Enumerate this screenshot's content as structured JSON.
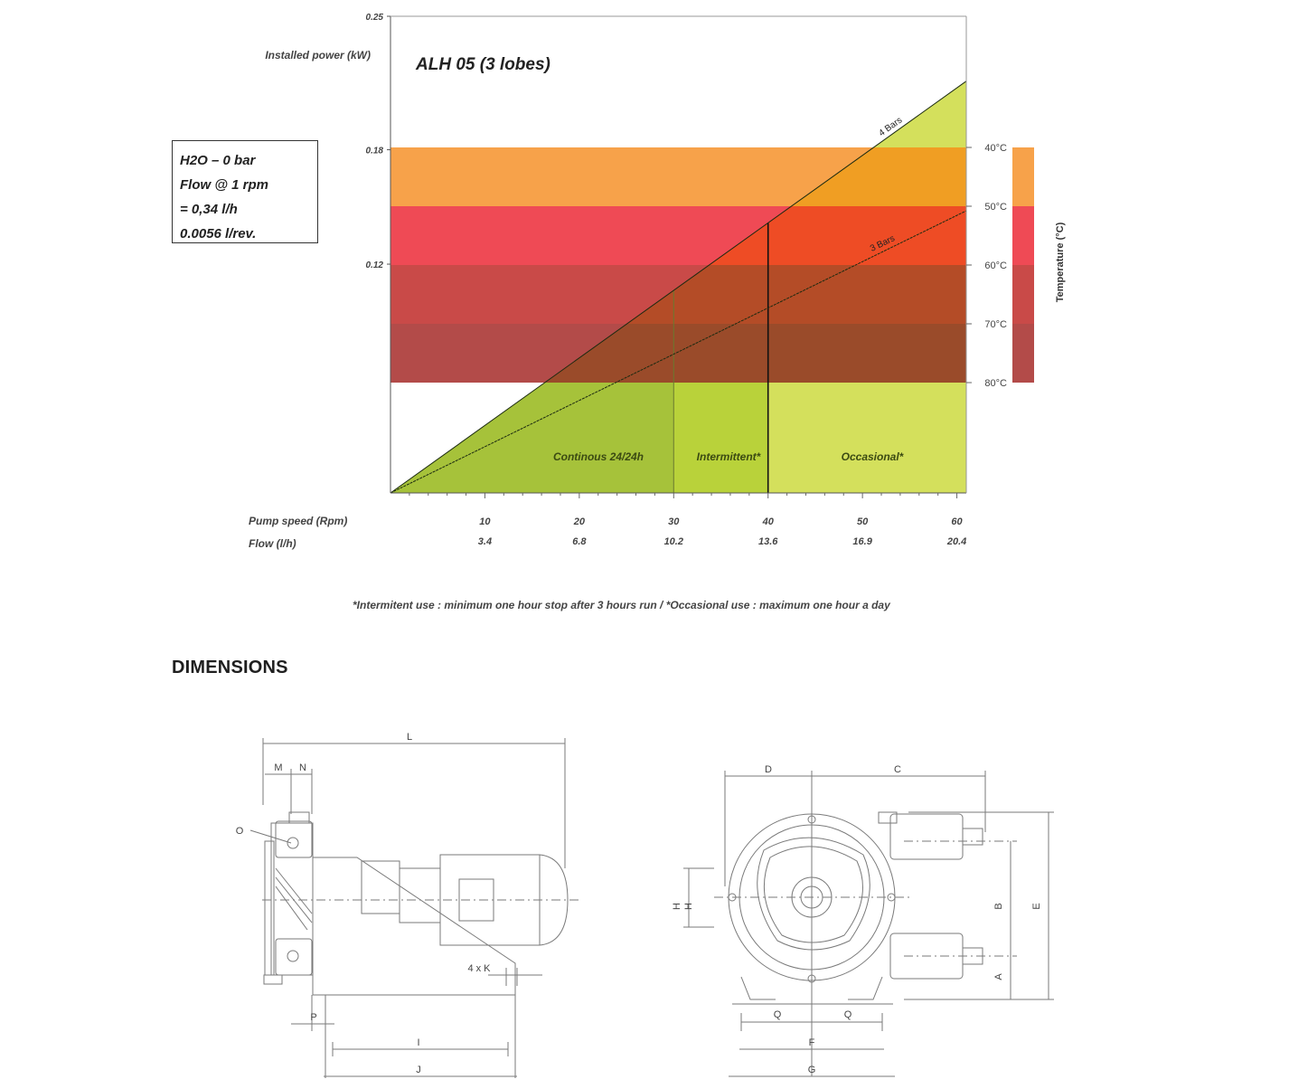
{
  "chart_data": {
    "type": "area",
    "title": "ALH 05 (3 lobes)",
    "ylabel": "Installed power (kW)",
    "y_ticks": [
      "0.25",
      "0.18",
      "0.12"
    ],
    "y_tick_values": [
      0.25,
      0.18,
      0.12
    ],
    "ylim": [
      0,
      0.25
    ],
    "x_row_labels": [
      "Pump speed (Rpm)",
      "Flow (l/h)"
    ],
    "x_rpm": [
      10,
      20,
      30,
      40,
      50,
      60
    ],
    "x_rpm_labels": [
      "10",
      "20",
      "30",
      "40",
      "50",
      "60"
    ],
    "x_flow_labels": [
      "3.4",
      "6.8",
      "10.2",
      "13.6",
      "16.9",
      "20.4"
    ],
    "xlim": [
      0,
      61
    ],
    "pressure_lines": [
      {
        "name": "4 Bars",
        "label": "4 Bars",
        "points": [
          [
            0,
            0
          ],
          [
            61,
            0.216
          ]
        ]
      },
      {
        "name": "3 Bars",
        "label": "3 Bars",
        "points": [
          [
            0,
            0
          ],
          [
            61,
            0.148
          ]
        ]
      }
    ],
    "zones": [
      {
        "label": "Continous 24/24h",
        "from_rpm": 0,
        "to_rpm": 30
      },
      {
        "label": "Intermittent*",
        "from_rpm": 30,
        "to_rpm": 40
      },
      {
        "label": "Occasional*",
        "from_rpm": 40,
        "to_rpm": 61
      }
    ],
    "temperature_axis_label": "Temperature (°C)",
    "temperature_labels": [
      "40°C",
      "50°C",
      "60°C",
      "70°C",
      "80°C"
    ],
    "temperature_bands": [
      {
        "from": "40°C",
        "to": "50°C",
        "color": "#f7a24a"
      },
      {
        "from": "50°C",
        "to": "60°C",
        "color": "#ef4a55"
      },
      {
        "from": "60°C",
        "to": "70°C",
        "color": "#c94a48"
      },
      {
        "from": "70°C",
        "to": "80°C",
        "color": "#b34b49"
      }
    ],
    "grid": false
  },
  "info_box": {
    "line1": "H2O – 0 bar",
    "line2": "Flow @ 1 rpm",
    "line3": "= 0,34 l/h",
    "line4": "0.0056 l/rev."
  },
  "footnote": "*Intermitent use : minimum one hour stop after 3 hours run / *Occasional use : maximum one hour a day",
  "dimensions": {
    "title": "DIMENSIONS",
    "side_view_labels": [
      "L",
      "M",
      "N",
      "O",
      "4 x K",
      "P",
      "I",
      "J"
    ],
    "front_view_labels": [
      "D",
      "C",
      "H",
      "H",
      "B",
      "E",
      "A",
      "Q",
      "Q",
      "F",
      "G"
    ]
  }
}
